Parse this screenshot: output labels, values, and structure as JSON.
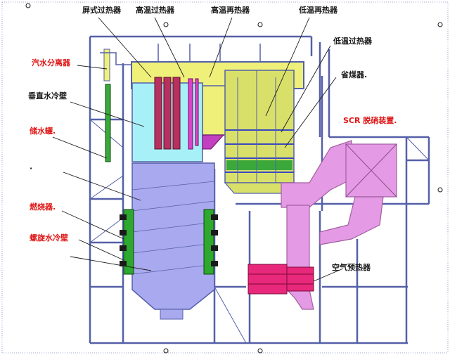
{
  "labels": {
    "platen_superheater": "屏式过热器",
    "high_temp_superheater": "高温过热器",
    "high_temp_reheater": "高温再热器",
    "low_temp_reheater": "低温再热器",
    "low_temp_superheater": "低温过热器",
    "economizer": "省煤器.",
    "scr_denitration": "SCR 脱硝装置.",
    "steam_water_separator": "汽水分离器",
    "vertical_water_wall": "垂直水冷壁",
    "water_storage_tank": "储水罐.",
    "dot_mark": "·",
    "burner": "燃烧器.",
    "spiral_water_wall": "螺旋水冷壁",
    "air_preheater": "空气预热器"
  },
  "colors": {
    "frame": "#5560a8",
    "black_label": "#1a1a1a",
    "red_label": "#e01818",
    "hopper": "#a9a9ef",
    "cyan_wall": "#a8f0f8",
    "yellow_roof": "#eef07a",
    "olive_duct": "#d8e06a",
    "magenta_duct": "#e59ae5",
    "air_heater": "#e8287a",
    "burner_green": "#2ea82e",
    "steel_blue": "#3a48c0"
  }
}
